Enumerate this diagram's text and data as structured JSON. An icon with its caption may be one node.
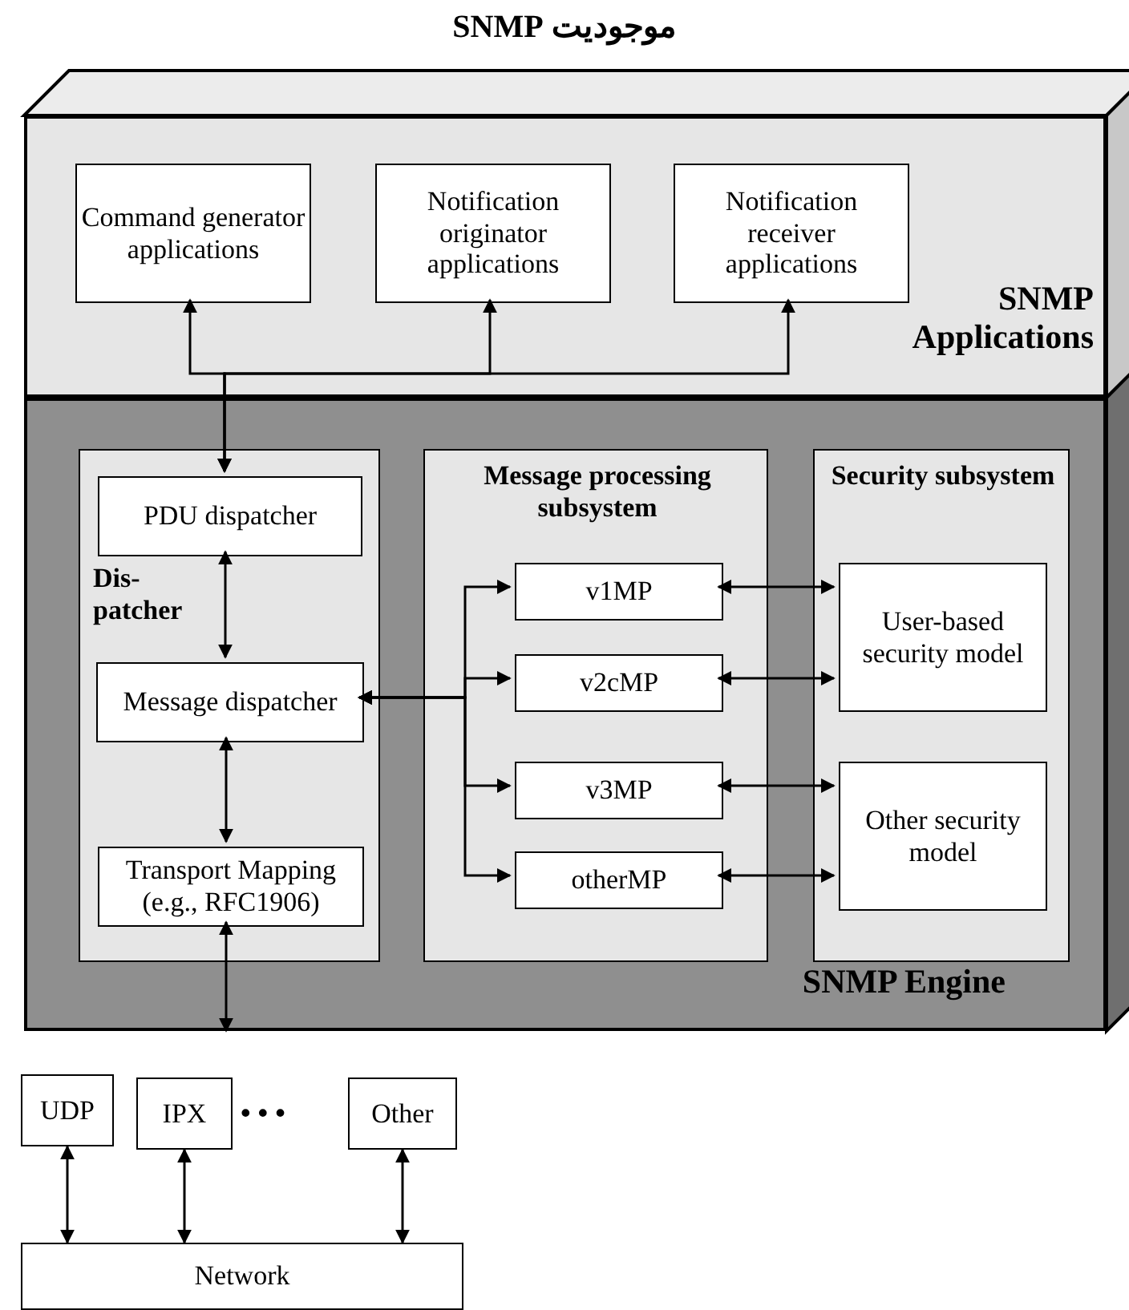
{
  "diagram": {
    "title": "موجودیت SNMP",
    "nodes": [
      {
        "text": [
          "SNMP Applications"
        ]
      },
      {
        "text": [
          "Command generator applications"
        ],
        "in": 0
      },
      {
        "text": [
          "Notification originator applications"
        ],
        "in": 0
      },
      {
        "text": [
          "Notification receiver applications"
        ],
        "in": 0
      },
      {
        "text": [
          "SNMP Engine"
        ]
      },
      {
        "text": [
          "Dis- patcher"
        ],
        "in": 4
      },
      {
        "text": [
          "PDU dispatcher"
        ],
        "in": 5
      },
      {
        "text": [
          "Message dispatcher"
        ],
        "in": 5
      },
      {
        "text": [
          "Transport Mapping (e.g., RFC1906)"
        ],
        "in": 5
      },
      {
        "text": [
          "Message processing subsystem"
        ],
        "in": 4
      },
      {
        "text": [
          "v1MP"
        ],
        "in": 9
      },
      {
        "text": [
          "v2cMP"
        ],
        "in": 9
      },
      {
        "text": [
          "v3MP"
        ],
        "in": 9
      },
      {
        "text": [
          "otherMP"
        ],
        "in": 9
      },
      {
        "text": [
          "Security subsystem"
        ],
        "in": 4
      },
      {
        "text": [
          "User-based security model"
        ],
        "in": 14
      },
      {
        "text": [
          "Other security model"
        ],
        "in": 14
      },
      {
        "text": [
          "UDP"
        ]
      },
      {
        "text": [
          "IPX"
        ]
      },
      {
        "text": [
          "Other"
        ]
      },
      {
        "text": [
          "Network"
        ]
      }
    ],
    "edges": [
      {
        "from": 6,
        "to": 1,
        "arrow": "both"
      },
      {
        "from": 6,
        "to": 2,
        "arrow": "both"
      },
      {
        "from": 6,
        "to": 3,
        "arrow": "both"
      },
      {
        "from": 6,
        "to": 7,
        "arrow": "both"
      },
      {
        "from": 7,
        "to": 8,
        "arrow": "both"
      },
      {
        "from": 7,
        "to": 10,
        "arrow": "both"
      },
      {
        "from": 7,
        "to": 11,
        "arrow": "both"
      },
      {
        "from": 7,
        "to": 12,
        "arrow": "both"
      },
      {
        "from": 7,
        "to": 13,
        "arrow": "both"
      },
      {
        "from": 10,
        "to": 15,
        "arrow": "both"
      },
      {
        "from": 11,
        "to": 15,
        "arrow": "both"
      },
      {
        "from": 12,
        "to": 16,
        "arrow": "both"
      },
      {
        "from": 13,
        "to": 16,
        "arrow": "both"
      },
      {
        "from": 8,
        "to": null,
        "arrow": "both"
      },
      {
        "from": 17,
        "to": 20,
        "arrow": "both"
      },
      {
        "from": 18,
        "to": 20,
        "arrow": "both"
      },
      {
        "from": 19,
        "to": 20,
        "arrow": "both"
      }
    ],
    "labels": [
      "• • •"
    ]
  }
}
